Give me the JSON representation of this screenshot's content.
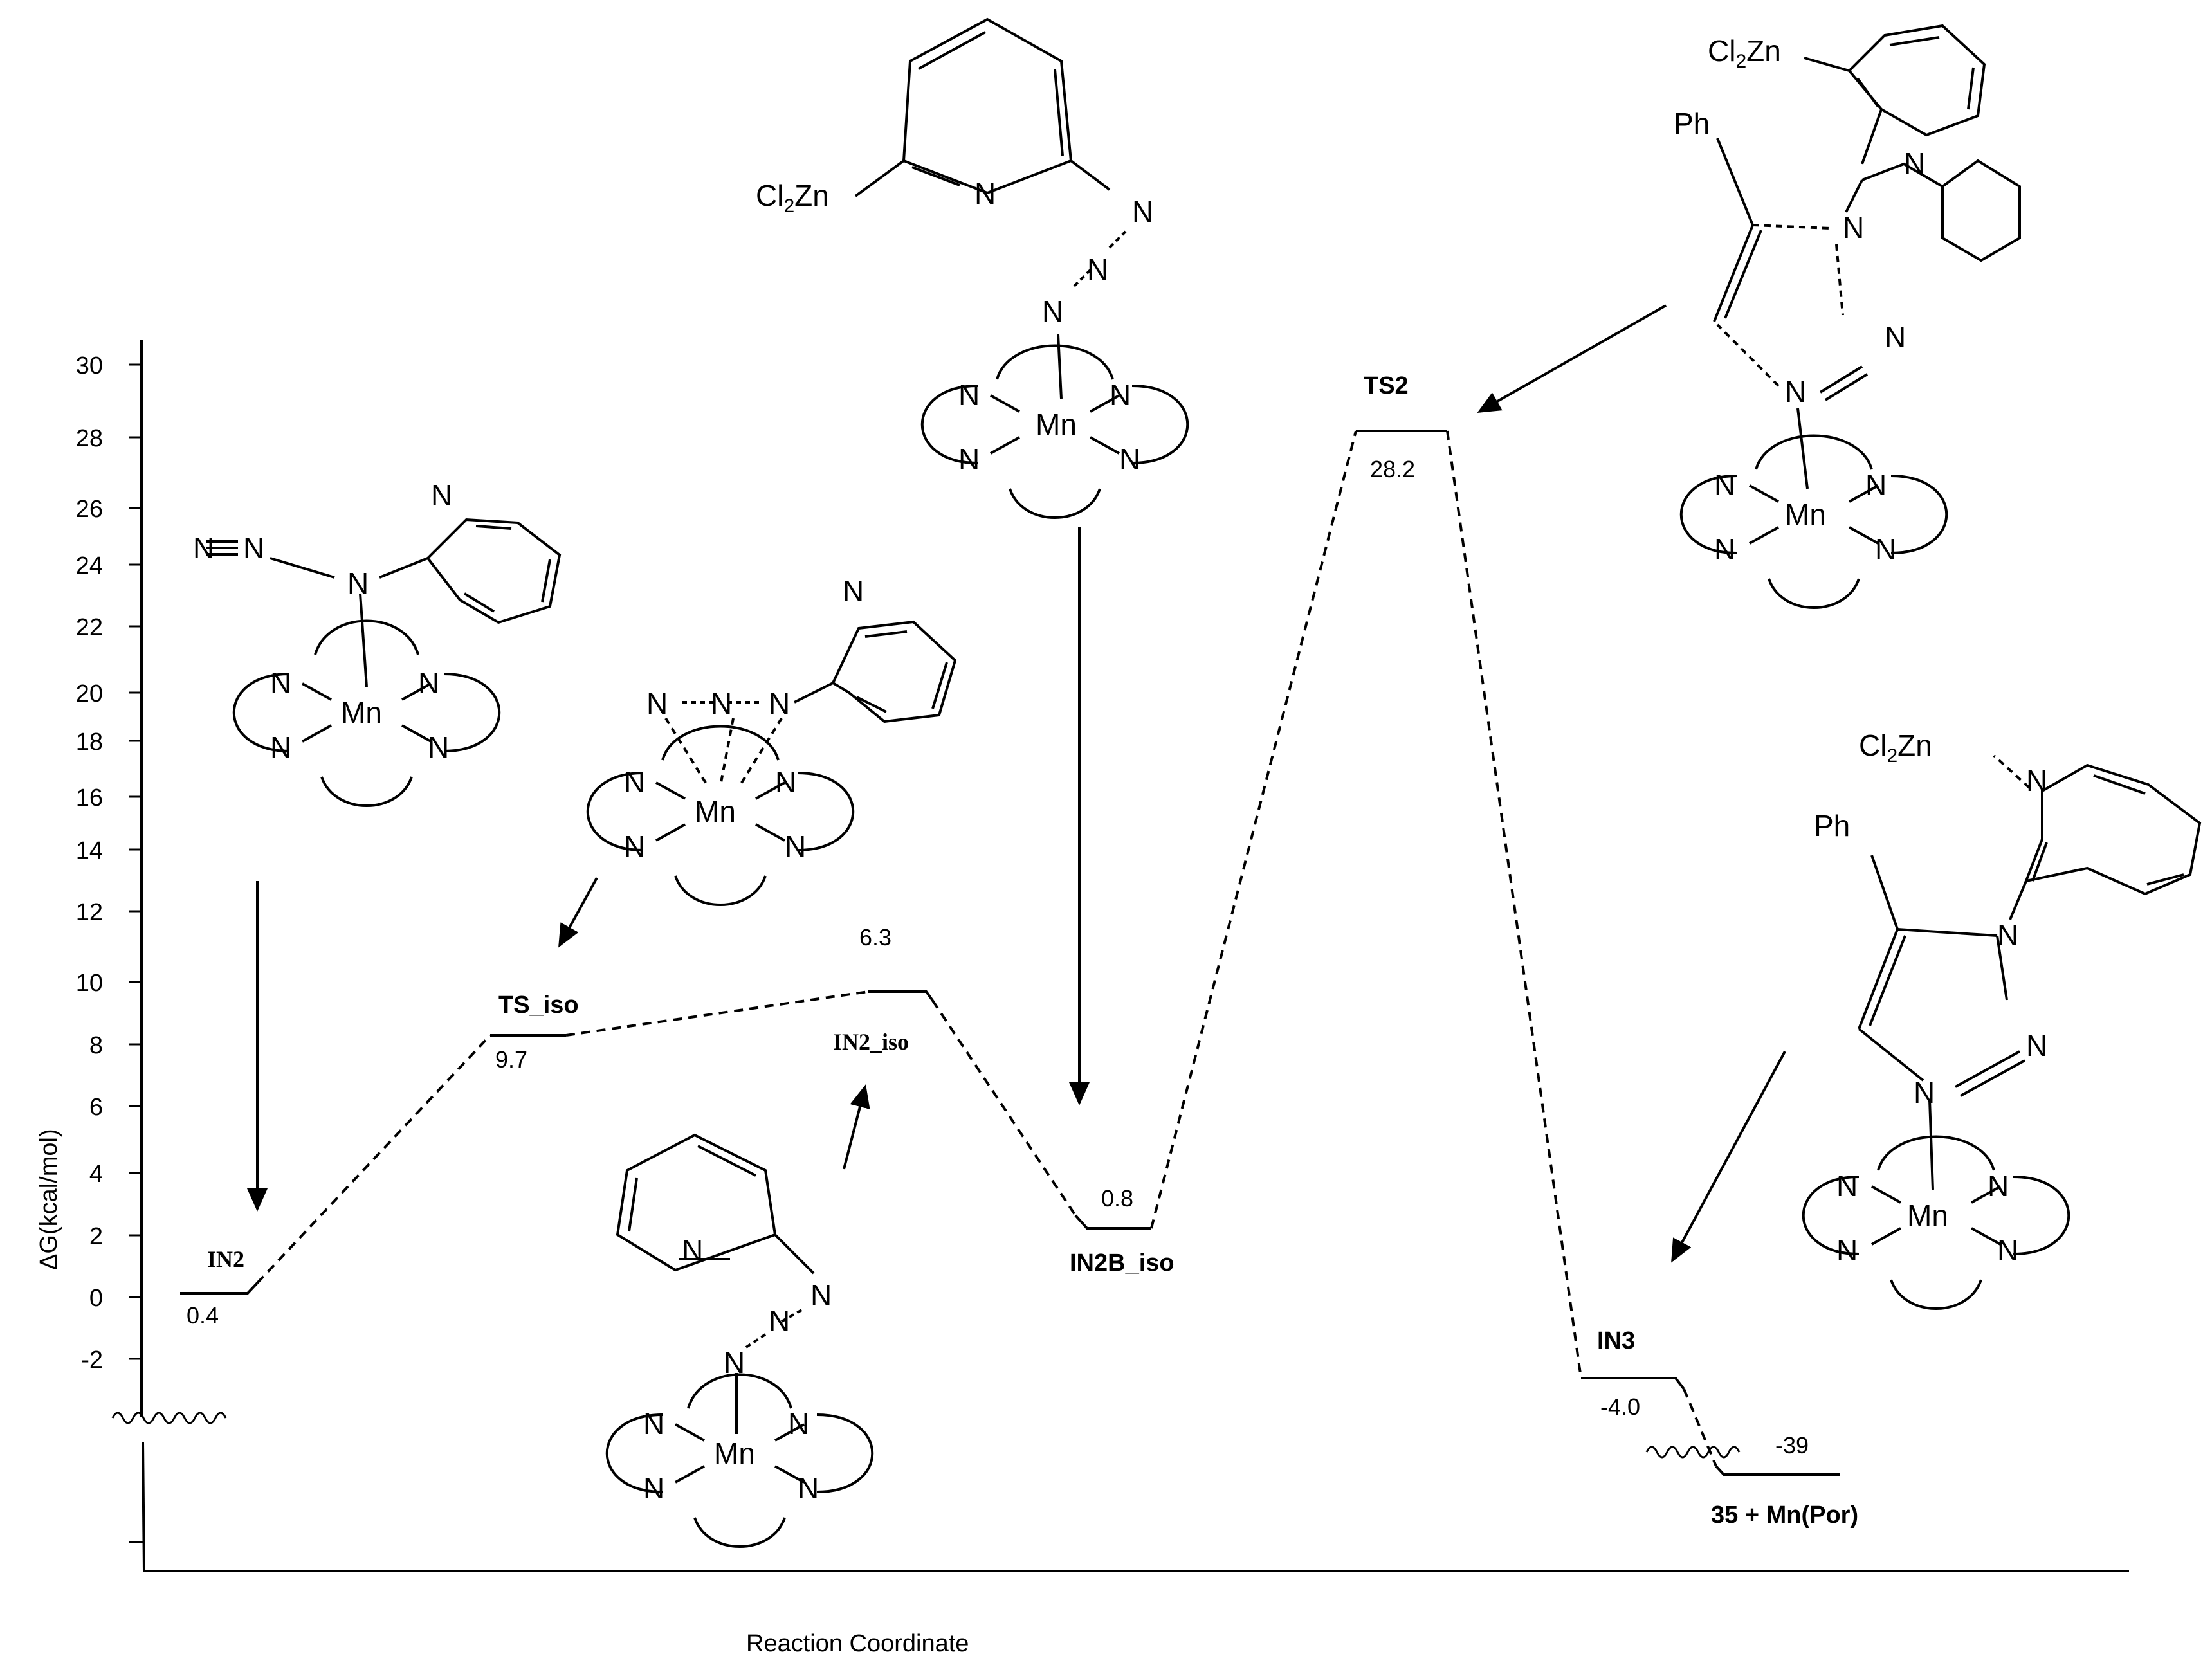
{
  "diagram": {
    "y_axis_label": "ΔG(kcal/mol)",
    "x_axis_label": "Reaction Coordinate",
    "y_ticks": [
      "30",
      "28",
      "26",
      "24",
      "22",
      "20",
      "18",
      "16",
      "14",
      "12",
      "10",
      "8",
      "6",
      "4",
      "2",
      "0",
      "-2"
    ],
    "levels": {
      "in2": {
        "name": "IN2",
        "value": "0.4"
      },
      "ts_iso": {
        "name": "TS_iso",
        "value": "9.7"
      },
      "in2_iso": {
        "name": "IN2_iso",
        "value": "6.3"
      },
      "in2b_iso": {
        "name": "IN2B_iso",
        "value": "0.8"
      },
      "ts2": {
        "name": "TS2",
        "value": "28.2"
      },
      "in3": {
        "name": "IN3",
        "value": "-4.0"
      },
      "product": {
        "name": "35 + Mn(Por)",
        "value": "-39"
      }
    },
    "atoms": {
      "mn": "Mn",
      "n": "N",
      "ph": "Ph",
      "zn": "Cl2Zn",
      "cl": "Cl",
      "sub2": "2",
      "zn_tail": "Zn"
    }
  }
}
